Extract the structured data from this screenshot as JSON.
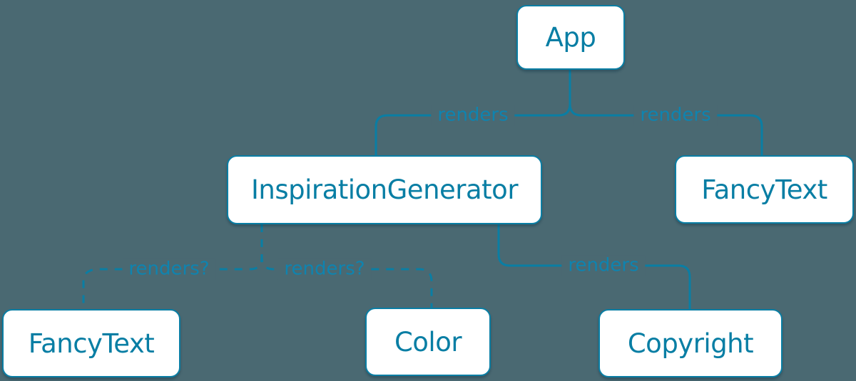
{
  "colors": {
    "background": "#4A6972",
    "accent": "#0A7EA4",
    "node_fill": "#FFFFFF",
    "node_text": "#087EA4",
    "edge_label": "#0E84B0"
  },
  "diagram": {
    "type": "component-render-tree",
    "nodes": [
      {
        "id": "app",
        "label": "App"
      },
      {
        "id": "inspiration-generator",
        "label": "InspirationGenerator"
      },
      {
        "id": "fancy-text-top",
        "label": "FancyText"
      },
      {
        "id": "fancy-text-bottom",
        "label": "FancyText"
      },
      {
        "id": "color",
        "label": "Color"
      },
      {
        "id": "copyright",
        "label": "Copyright"
      }
    ],
    "edges": [
      {
        "from": "App",
        "to": "InspirationGenerator",
        "label": "renders",
        "style": "solid"
      },
      {
        "from": "App",
        "to": "FancyText",
        "label": "renders",
        "style": "solid"
      },
      {
        "from": "InspirationGenerator",
        "to": "FancyText",
        "label": "renders?",
        "style": "dashed"
      },
      {
        "from": "InspirationGenerator",
        "to": "Color",
        "label": "renders?",
        "style": "dashed"
      },
      {
        "from": "InspirationGenerator",
        "to": "Copyright",
        "label": "renders",
        "style": "solid"
      }
    ]
  }
}
